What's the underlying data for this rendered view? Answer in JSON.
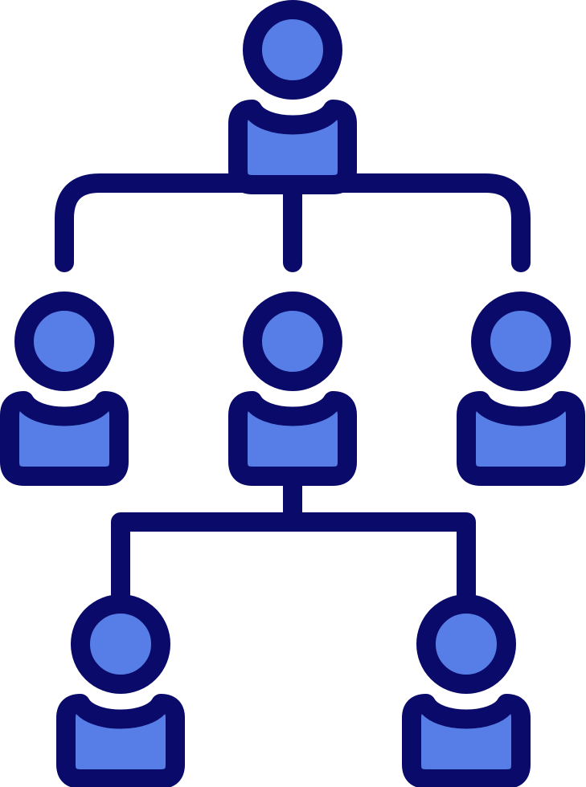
{
  "icon": {
    "name": "org-chart-hierarchy-icon",
    "colors": {
      "outline": "#0a0a6b",
      "fill": "#577ee6",
      "background": "#ffffff"
    }
  },
  "hierarchy": {
    "levels": [
      {
        "level": 1,
        "members": [
          "top-person"
        ]
      },
      {
        "level": 2,
        "members": [
          "left-person",
          "center-person",
          "right-person"
        ]
      },
      {
        "level": 3,
        "members": [
          "bottom-left-person",
          "bottom-right-person"
        ]
      }
    ],
    "links": [
      {
        "from": "top-person",
        "to": "left-person"
      },
      {
        "from": "top-person",
        "to": "center-person"
      },
      {
        "from": "top-person",
        "to": "right-person"
      },
      {
        "from": "center-person",
        "to": "bottom-left-person"
      },
      {
        "from": "center-person",
        "to": "bottom-right-person"
      }
    ]
  }
}
